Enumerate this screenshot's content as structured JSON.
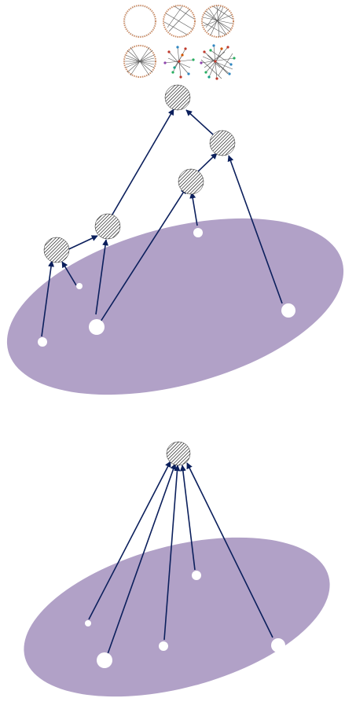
{
  "colors": {
    "ellipse": "#b1a1c7",
    "edge": "#0b1f5c",
    "node": "#ffffff",
    "hatch": "#000000",
    "thumb_ring": "#c98a63",
    "thumb_lines": "#555555"
  },
  "icons": [
    "ring-graph-thumbnail",
    "sparse-graph-thumbnail",
    "dense-graph-thumbnail",
    "bipartite-graph-thumbnail",
    "random-graph-thumbnail",
    "dense-random-graph-thumbnail"
  ],
  "diagrams": [
    {
      "name": "hierarchical-aggregation",
      "nodes": [
        "root",
        "mid-right",
        "mid-left",
        "left-branch",
        "leaf-group",
        "leaf-small-a",
        "leaf-small-b",
        "leaf-big",
        "leaf-mid-right",
        "leaf-far-right"
      ]
    },
    {
      "name": "flat-aggregation",
      "nodes": [
        "root",
        "leaf-a",
        "leaf-b",
        "leaf-c",
        "leaf-d",
        "leaf-e"
      ]
    }
  ]
}
